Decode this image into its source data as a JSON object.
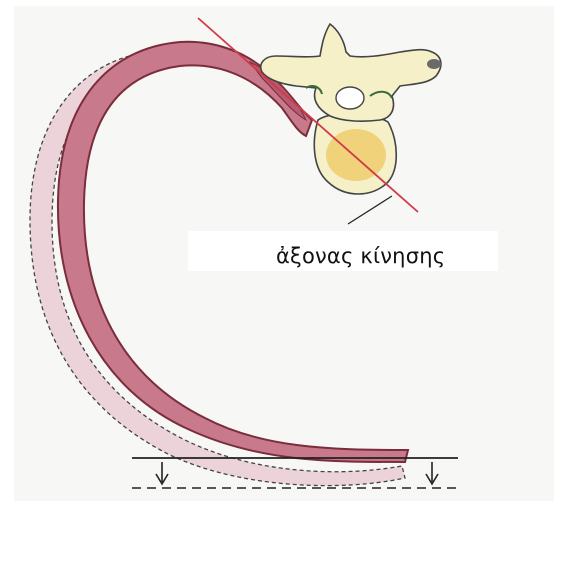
{
  "labels": {
    "axis_of_motion": "ἀξονας κίνησης"
  },
  "colors": {
    "background": "#f7f7f5",
    "rib_fill": "#c9798c",
    "rib_stroke": "#7a2d3a",
    "rib_displaced_fill": "#ecd3da",
    "vertebra_fill": "#f5f0c8",
    "vertebral_body_fill": "#f0d27a",
    "axis_line": "#d23a4a",
    "outline": "#333333"
  },
  "icons": {
    "vertebra": "vertebra-illustration",
    "rib": "rib-illustration",
    "arrows": "down-arrow-icon"
  }
}
